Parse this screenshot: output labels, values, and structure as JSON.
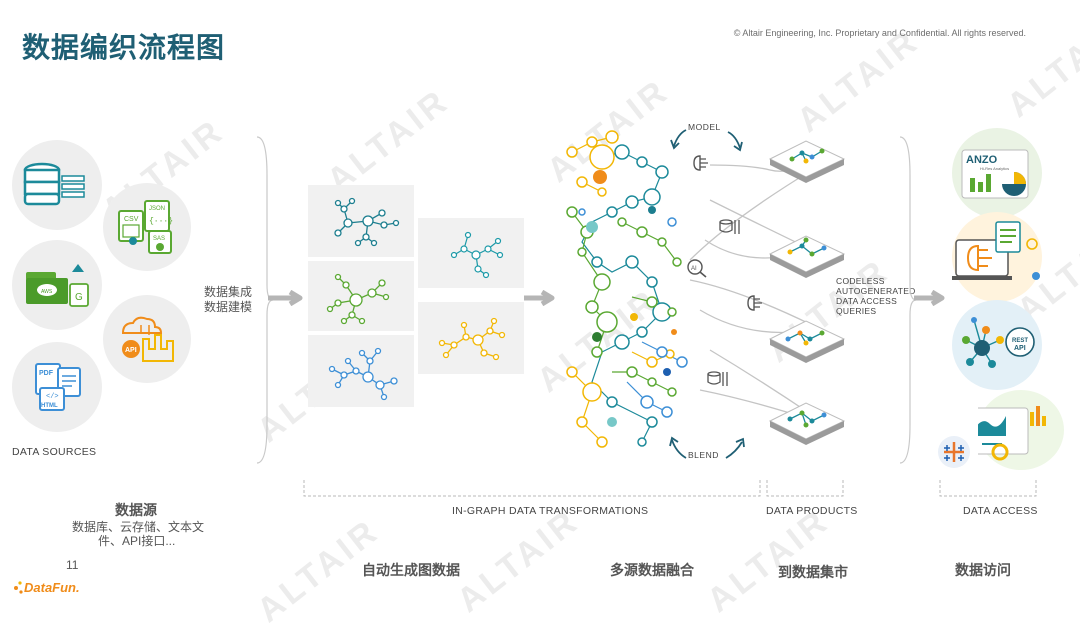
{
  "title": "数据编织流程图",
  "copyright": "© Altair Engineering, Inc. Proprietary and Confidential. All rights reserved.",
  "watermark": "ALTAIR",
  "sources": {
    "caption": "DATA SOURCES",
    "heading": "数据源",
    "desc_line1": "数据库、云存储、文本文",
    "desc_line2": "件、API接口...",
    "icons": [
      "database-icon",
      "csv-json-sas-files-icon",
      "cloud-storage-folder-icon",
      "api-icon",
      "pdf-html-documents-icon"
    ],
    "labels": {
      "csv": "CSV",
      "json": "JSON",
      "sas": "SAS",
      "pdf": "PDF",
      "html": "HTML",
      "api": "API"
    }
  },
  "step1_label_line1": "数据集成",
  "step1_label_line2": "数据建模",
  "model_label": "MODEL",
  "blend_label": "BLEND",
  "codeless_lines": [
    "CODELESS",
    "AUTOGENERATED",
    "DATA ACCESS",
    "QUERIES"
  ],
  "sections": {
    "transformations": "IN-GRAPH DATA TRANSFORMATIONS",
    "products": "DATA PRODUCTS",
    "access": "DATA ACCESS"
  },
  "bottom": {
    "auto_graph": "自动生成图数据",
    "multi_source": "多源数据融合",
    "data_mart": "到数据集市",
    "data_access": "数据访问"
  },
  "access_items": {
    "anzo": "ANZO",
    "anzo_sub": "Hi-Res Analytics",
    "rest": "REST",
    "api": "API"
  },
  "page_number": "11",
  "logo": "DataFun.",
  "colors": {
    "title": "#1f5f74",
    "teal": "#1c8a9a",
    "green": "#5aa832",
    "yellow": "#f2b705",
    "blue": "#3d8fd6",
    "orange": "#f08c1a",
    "arrow": "#b5b5b5"
  }
}
